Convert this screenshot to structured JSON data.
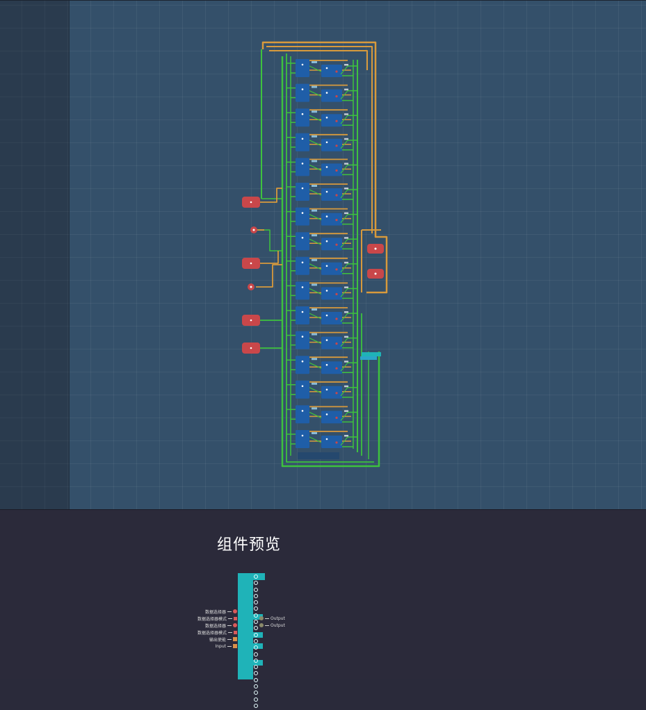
{
  "canvas": {
    "input_labels": [
      "",
      "",
      "",
      ""
    ],
    "output_labels": [
      "",
      ""
    ]
  },
  "preview": {
    "title": "组件预览",
    "inputs": [
      {
        "label": "数据选择器",
        "type": "dot"
      },
      {
        "label": "数据选择器模式",
        "type": "sq"
      },
      {
        "label": "数据选择器",
        "type": "dot"
      },
      {
        "label": "数据选择器模式",
        "type": "sq"
      },
      {
        "label": "输出使能",
        "type": "orange"
      },
      {
        "label": "Input",
        "type": "orange"
      }
    ],
    "outputs": [
      {
        "label": "Output"
      },
      {
        "label": "Output"
      }
    ]
  },
  "colors": {
    "wire_green": "#3ec23e",
    "wire_orange": "#d89a3c",
    "chip_blue": "#1f5ea8",
    "port_red": "#c9474a",
    "component_cyan": "#1fb3b8"
  }
}
